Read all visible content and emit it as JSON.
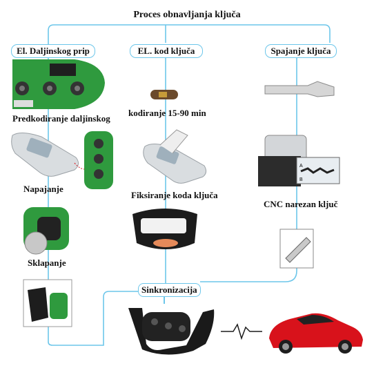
{
  "title": "Proces obnavljanja ključa",
  "columns": {
    "left": "El. Daljinskog prip",
    "middle": "EL. kod ključa",
    "right": "Spajanje ključa"
  },
  "steps": {
    "predkodiranje": "Predkodiranje  daljinskog",
    "napajanje": "Napajanje",
    "klapanje": "Sklapanje",
    "kodiranje": "kodiranje 15-90 min",
    "fiksiranje": "Fiksiranje koda ključa",
    "cnc": "CNC narezan ključ",
    "sinkronizacija": "Sinkronizacija"
  },
  "blade_profile_labels": [
    "A",
    "B"
  ],
  "colors": {
    "connector": "#6cc6ea",
    "pcb": "#2f9a3e",
    "car": "#d8121b",
    "signal": "#1c1c1c"
  },
  "icons": [
    "pcb-board-icon",
    "key-programmer-icon",
    "transponder-chip-icon",
    "key-blade-icon",
    "cnc-machine-icon",
    "cut-key-icon",
    "remote-shell-icon",
    "flip-key-icon",
    "sports-car-icon",
    "signal-wave-icon"
  ]
}
